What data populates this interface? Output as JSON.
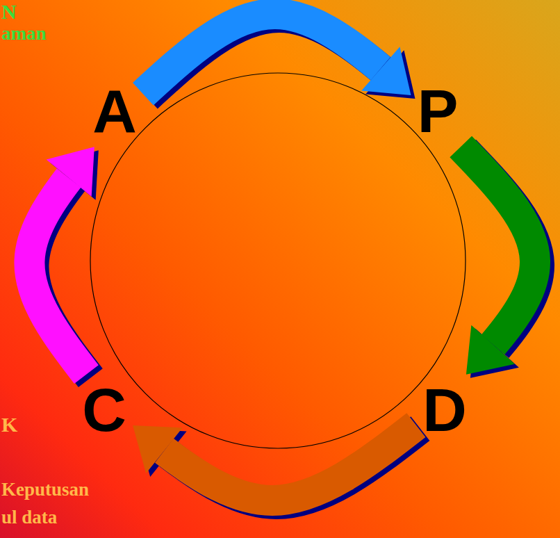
{
  "diagram": {
    "nodes": [
      {
        "text": [
          "A"
        ]
      },
      {
        "text": [
          "P"
        ]
      },
      {
        "text": [
          "C"
        ]
      },
      {
        "text": [
          "D"
        ]
      }
    ],
    "edges": [
      {
        "from": 0,
        "to": 1,
        "arrow": "to"
      },
      {
        "from": 1,
        "to": 3,
        "arrow": "to"
      },
      {
        "from": 3,
        "to": 2,
        "arrow": "to"
      },
      {
        "from": 2,
        "to": 0,
        "arrow": "to"
      }
    ],
    "labels": [
      "N",
      "aman",
      "K",
      "Keputusan",
      "ul data"
    ]
  }
}
